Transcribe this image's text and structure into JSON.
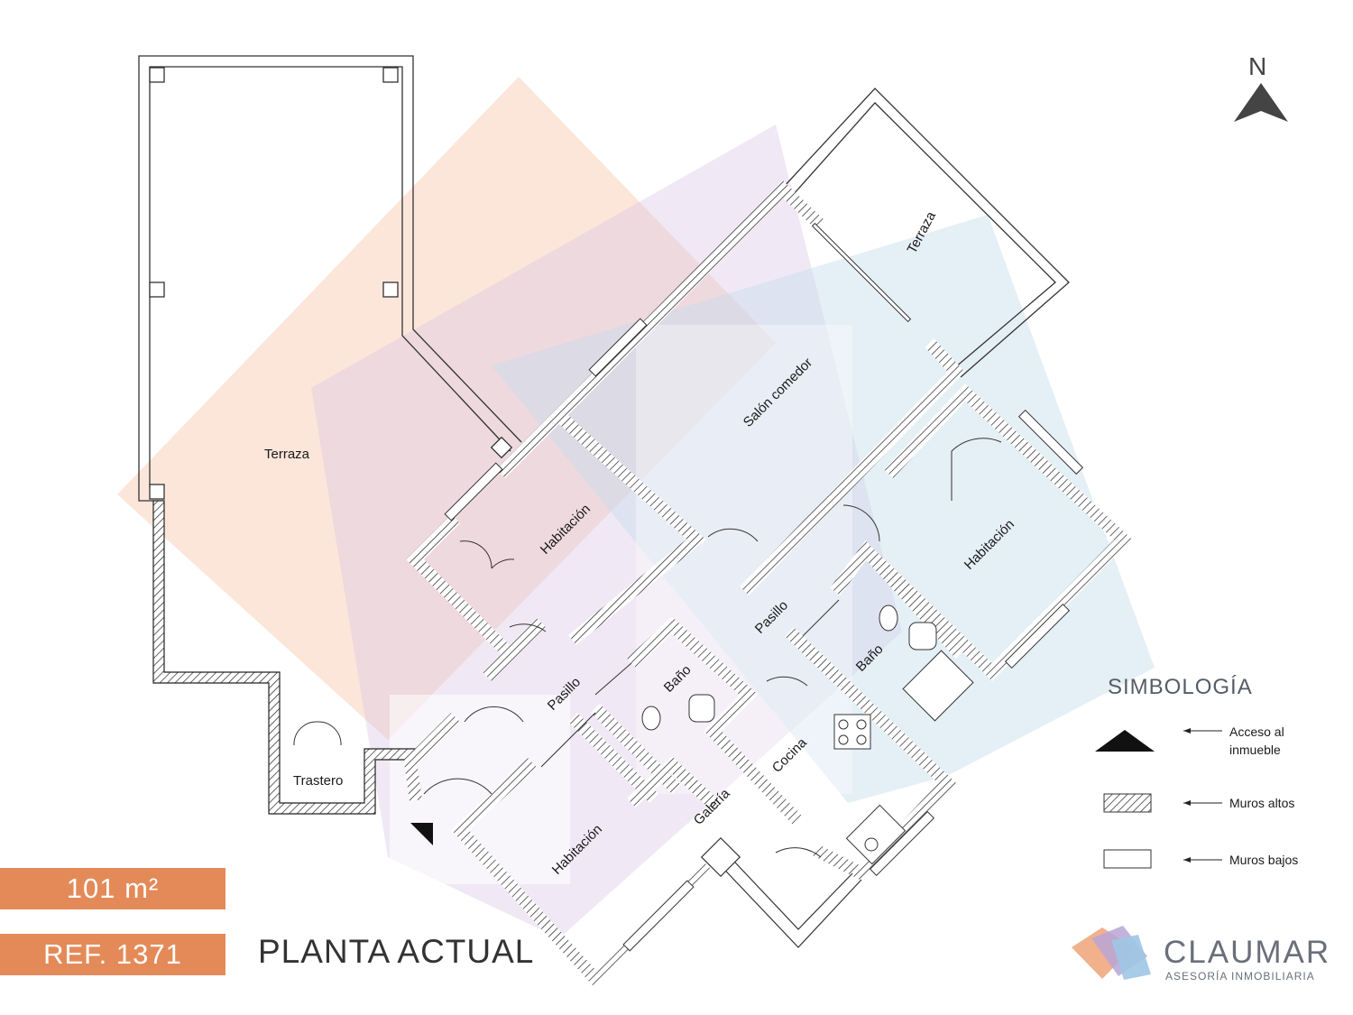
{
  "plan": {
    "title": "PLANTA ACTUAL",
    "north": "N",
    "area": "101 m²",
    "reference": "REF. 1371"
  },
  "rooms": {
    "terrace_large": "Terraza",
    "terrace_small": "Terraza",
    "living_dining": "Salón comedor",
    "bedroom_upper_left": "Habitación",
    "bedroom_right": "Habitación",
    "bedroom_bottom": "Habitación",
    "hallway_center": "Pasillo",
    "hallway_left": "Pasillo",
    "bathroom_left": "Baño",
    "bathroom_right": "Baño",
    "kitchen": "Cocina",
    "gallery": "Galería",
    "storage": "Trastero"
  },
  "legend": {
    "title": "SIMBOLOGÍA",
    "items": [
      {
        "symbol": "access-triangle",
        "label": "Acceso al inmueble"
      },
      {
        "symbol": "hatched-wall",
        "label": "Muros altos"
      },
      {
        "symbol": "plain-wall",
        "label": "Muros bajos"
      }
    ]
  },
  "brand": {
    "name": "CLAUMAR",
    "tagline": "ASESORÍA INMOBILIARIA"
  },
  "colors": {
    "badge": "#e48a58",
    "overlay_orange": "#f7c3a6",
    "overlay_purple": "#d8c6e6",
    "overlay_blue": "#c6dcec",
    "wall": "#222222"
  }
}
